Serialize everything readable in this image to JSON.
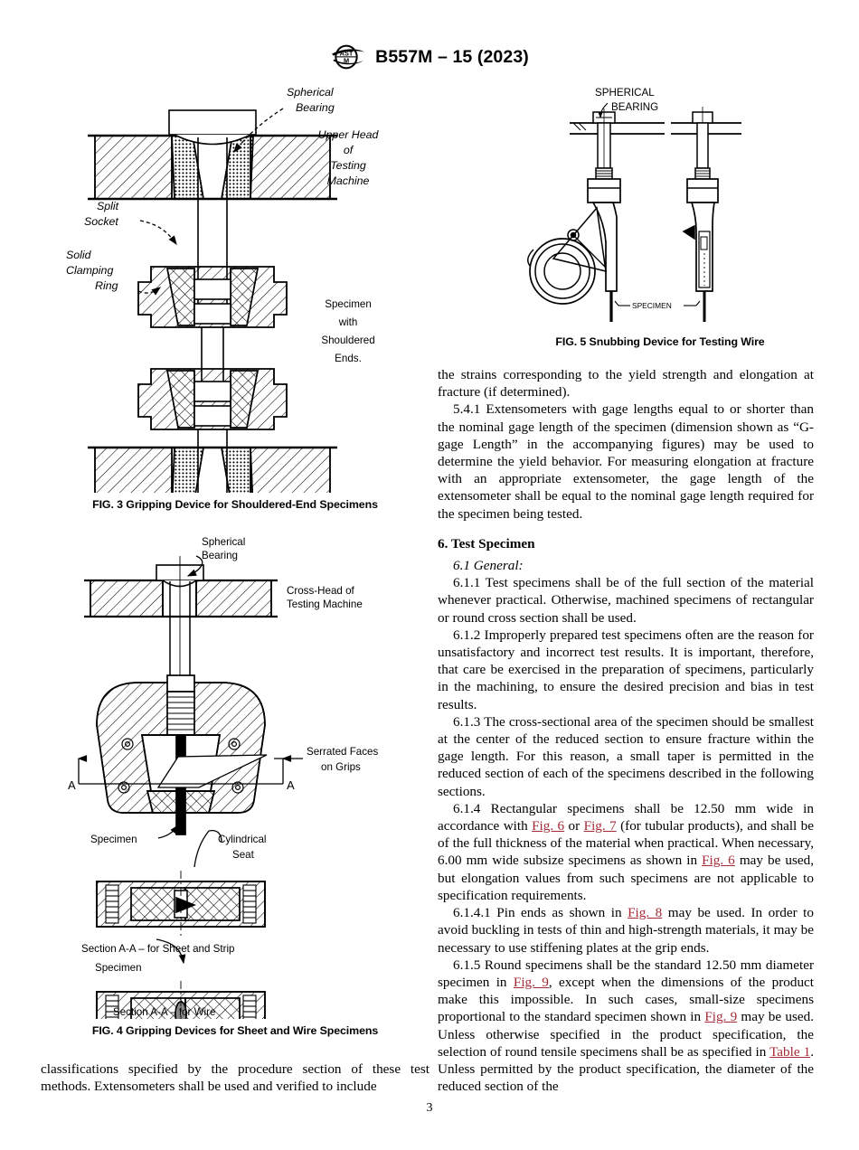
{
  "header": {
    "logo_alt": "ASTM International logo",
    "designation": "B557M – 15 (2023)"
  },
  "page_number": "3",
  "colors": {
    "link_red": "#A42A36",
    "text_black": "#000000",
    "page_background": "#FFFFFF"
  },
  "figures": {
    "fig3": {
      "caption": "FIG. 3  Gripping Device for Shouldered-End Specimens",
      "labels": {
        "spherical_bearing_l1": "Spherical",
        "spherical_bearing_l2": "Bearing",
        "upper_head_l1": "Upper Head",
        "upper_head_l2": "of",
        "upper_head_l3": "Testing",
        "upper_head_l4": "Machine",
        "split_socket_l1": "Split",
        "split_socket_l2": "Socket",
        "solid_clamping_l1": "Solid",
        "solid_clamping_l2": "Clamping",
        "solid_clamping_l3": "Ring",
        "specimen_l1": "Specimen",
        "specimen_l2": "with",
        "specimen_l3": "Shouldered",
        "specimen_l4": "Ends."
      }
    },
    "fig4": {
      "caption": "FIG. 4  Gripping Devices for Sheet and Wire Specimens",
      "labels": {
        "spherical_bearing_l1": "Spherical",
        "spherical_bearing_l2": "Bearing",
        "crosshead_l1": "Cross-Head of",
        "crosshead_l2": "Testing Machine",
        "serrated_l1": "Serrated Faces",
        "serrated_l2": "on Grips",
        "specimen": "Specimen",
        "cylindrical_l1": "Cylindrical",
        "cylindrical_l2": "Seat",
        "section_mark_left": "A",
        "section_mark_right": "A",
        "section_sheet": "Section A-A – for Sheet and Strip",
        "specimen2": "Specimen",
        "section_wire": "Section A-A – for Wire"
      }
    },
    "fig5": {
      "caption": "FIG. 5  Snubbing Device for Testing Wire",
      "labels": {
        "spherical_l1": "SPHERICAL",
        "spherical_l2": "BEARING",
        "specimen": "SPECIMEN"
      }
    }
  },
  "left_column": {
    "bottom_paragraph": "classifications specified by the procedure section of these test methods. Extensometers shall be used and verified to include"
  },
  "right_column": {
    "para_5_4_cont": "the strains corresponding to the yield strength and elongation at fracture (if determined).",
    "para_5_4_1": "5.4.1 Extensometers with gage lengths equal to or shorter than the nominal gage length of the specimen (dimension shown as “G-gage Length” in the accompanying figures) may be used to determine the yield behavior. For measuring elongation at fracture with an appropriate extensometer, the gage length of the extensometer shall be equal to the nominal gage length required for the specimen being tested.",
    "heading_6": "6.  Test Specimen",
    "sub_6_1": "6.1  General:",
    "para_6_1_1": "6.1.1 Test specimens shall be of the full section of the material whenever practical. Otherwise, machined specimens of rectangular or round cross section shall be used.",
    "para_6_1_2": "6.1.2 Improperly prepared test specimens often are the reason for unsatisfactory and incorrect test results. It is important, therefore, that care be exercised in the preparation of specimens, particularly in the machining, to ensure the desired precision and bias in test results.",
    "para_6_1_3": "6.1.3 The cross-sectional area of the specimen should be smallest at the center of the reduced section to ensure fracture within the gage length. For this reason, a small taper is permitted in the reduced section of each of the specimens described in the following sections.",
    "para_6_1_4": {
      "seg1": "6.1.4 Rectangular specimens shall be 12.50 mm wide in accordance with ",
      "link1": "Fig. 6",
      "seg2": " or ",
      "link2": "Fig. 7",
      "seg3": " (for tubular products), and shall be of the full thickness of the material when practical. When necessary, 6.00 mm wide subsize specimens as shown in ",
      "link3": "Fig. 6",
      "seg4": " may be used, but elongation values from such specimens are not applicable to specification requirements."
    },
    "para_6_1_4_1": {
      "seg1": "6.1.4.1 Pin ends as shown in ",
      "link1": "Fig. 8",
      "seg2": " may be used. In order to avoid buckling in tests of thin and high-strength materials, it may be necessary to use stiffening plates at the grip ends."
    },
    "para_6_1_5": {
      "seg1": "6.1.5 Round specimens shall be the standard 12.50 mm diameter specimen in ",
      "link1": "Fig. 9",
      "seg2": ", except when the dimensions of the product make this impossible. In such cases, small-size specimens proportional to the standard specimen shown in ",
      "link2": "Fig. 9",
      "seg3": " may be used. Unless otherwise specified in the product specification, the selection of round tensile specimens shall be as specified in ",
      "link3": "Table 1",
      "seg4": ". Unless permitted by the product specification, the diameter of the reduced section of the"
    }
  }
}
